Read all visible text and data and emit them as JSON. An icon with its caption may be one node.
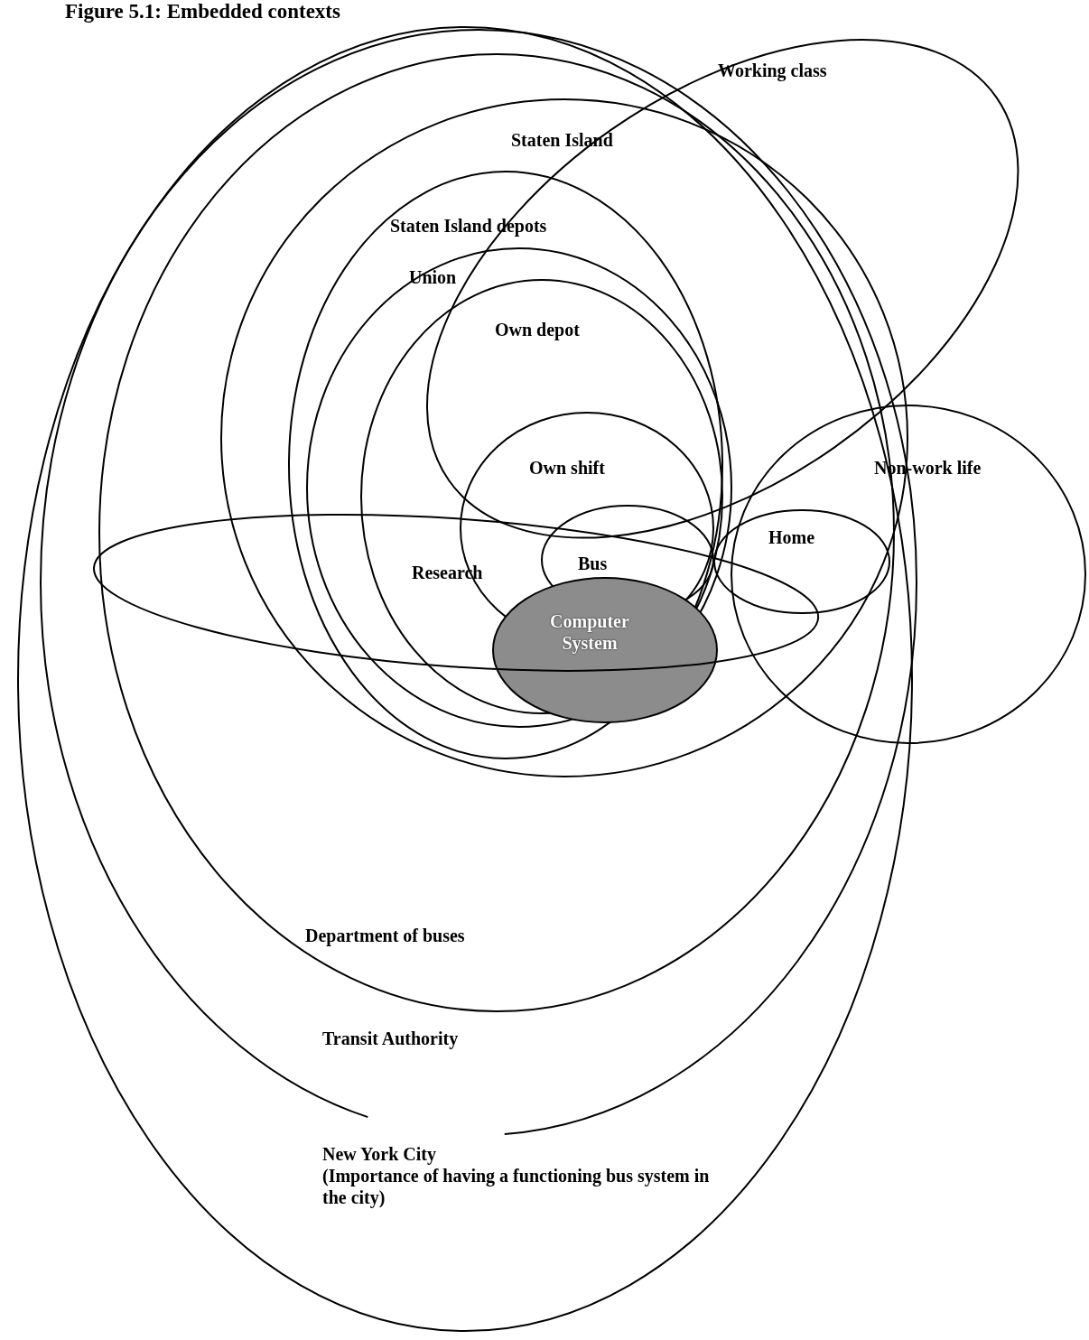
{
  "diagram": {
    "title": "Figure 5.1: Embedded contexts",
    "nodes": [
      {
        "text": [
          "Working class"
        ]
      },
      {
        "text": [
          "Staten Island"
        ],
        "in": 11
      },
      {
        "text": [
          "Staten Island depots"
        ],
        "in": 1
      },
      {
        "text": [
          "Union"
        ],
        "in": 2
      },
      {
        "text": [
          "Own depot"
        ],
        "in": 3
      },
      {
        "text": [
          "Own shift"
        ],
        "in": 4
      },
      {
        "text": [
          "Non-work life"
        ]
      },
      {
        "text": [
          "Home"
        ],
        "in": 1
      },
      {
        "text": [
          "Bus"
        ],
        "in": 5
      },
      {
        "text": [
          "Research"
        ],
        "in": 11
      },
      {
        "text": [
          "Computer System"
        ],
        "in": 3
      },
      {
        "text": [
          "Department of buses"
        ],
        "in": 12
      },
      {
        "text": [
          "Transit Authority"
        ],
        "in": 13
      },
      {
        "text": [
          "New York City",
          "(Importance of having a functioning bus system in the city)"
        ]
      }
    ]
  }
}
